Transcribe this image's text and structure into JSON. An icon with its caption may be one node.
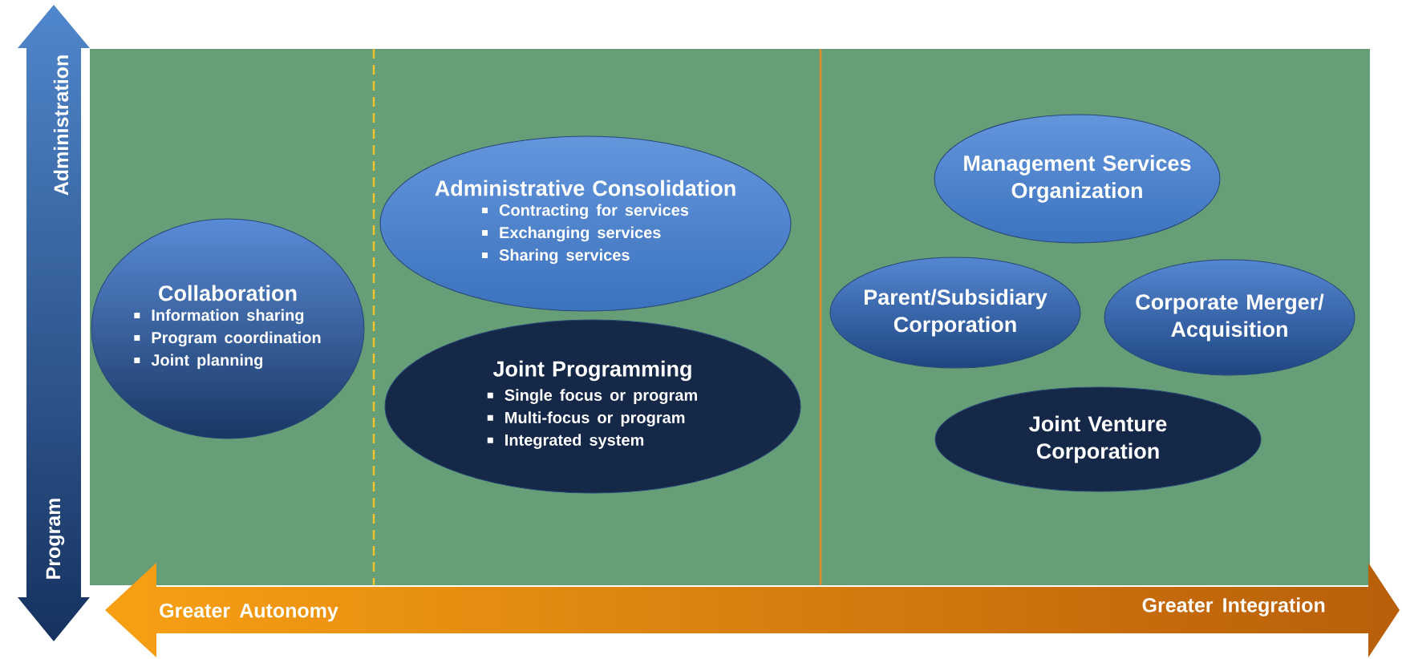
{
  "diagram": {
    "nodes": [
      {
        "text": [
          "Collaboration",
          "Information sharing",
          "Program coordination",
          "Joint planning"
        ]
      },
      {
        "text": [
          "Administrative Consolidation",
          "Contracting for services",
          "Exchanging services",
          "Sharing services"
        ]
      },
      {
        "text": [
          "Joint Programming",
          "Single focus or program",
          "Multi-focus or program",
          "Integrated system"
        ]
      },
      {
        "text": [
          "Management Services Organization"
        ]
      },
      {
        "text": [
          "Parent/Subsidiary Corporation"
        ]
      },
      {
        "text": [
          "Corporate Merger/ Acquisition"
        ]
      },
      {
        "text": [
          "Joint Venture Corporation"
        ]
      }
    ],
    "labels": [
      "Administration",
      "Program",
      "Greater Autonomy",
      "Greater Integration"
    ]
  }
}
